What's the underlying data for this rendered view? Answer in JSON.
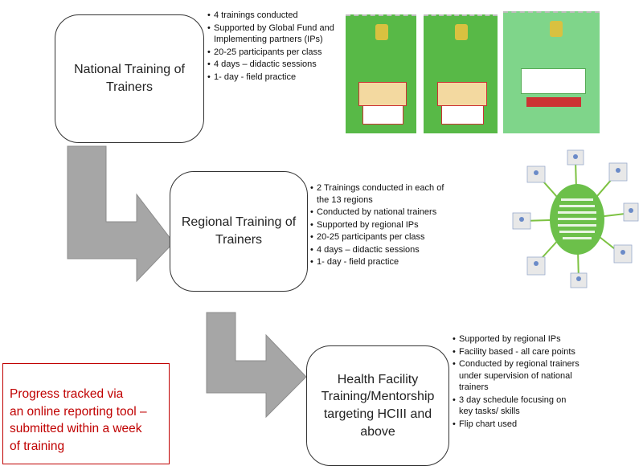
{
  "national": {
    "title": "National Training of\nTrainers",
    "bullets": [
      "4 trainings conducted",
      "Supported by Global Fund and Implementing partners (IPs)",
      "20-25 participants per class",
      "4 days – didactic sessions",
      "1- day  - field practice"
    ]
  },
  "regional": {
    "title": "Regional Training of\nTrainers",
    "bullets": [
      "2 Trainings conducted in each of the 13 regions",
      "Conducted by national trainers",
      "Supported by regional IPs",
      "20-25 participants per class",
      "4 days – didactic sessions",
      "1- day  - field practice"
    ]
  },
  "facility": {
    "title": "Health Facility\nTraining/Mentorship\ntargeting HCIII and\nabove",
    "bullets": [
      "Supported by regional IPs",
      "Facility based - all care points",
      "Conducted by regional trainers under supervision of national trainers",
      "3 day schedule focusing on key tasks/ skills",
      "Flip chart used"
    ]
  },
  "progress_note": "Progress tracked via\nan online reporting tool –\n submitted within a week\nof training",
  "colors": {
    "arrow_fill": "#a6a6a6",
    "manual_green": "#58b947",
    "note_red": "#c00000"
  }
}
